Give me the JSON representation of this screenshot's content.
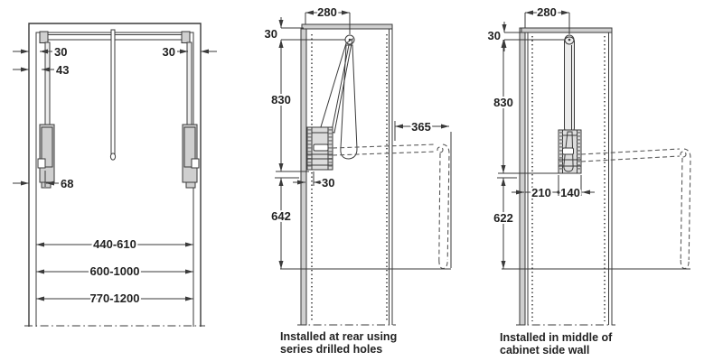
{
  "colors": {
    "line": "#3a3a3a",
    "panel_gray": "#cfcfcf",
    "body_gray": "#dcdcdc",
    "text": "#222222",
    "background": "#ffffff"
  },
  "front_view": {
    "dims": {
      "rod_inset_left": "30",
      "frame_inset_left": "43",
      "rod_inset_right": "30",
      "housing_depth": "68",
      "width_range_small": "440-610",
      "width_range_mid": "600-1000",
      "width_range_large": "770-1200"
    }
  },
  "rear_install_view": {
    "dims": {
      "pivot_depth": "280",
      "top_clearance": "30",
      "pivot_to_body": "830",
      "pullout_depth": "365",
      "back_gap": "30",
      "body_to_base": "642"
    },
    "caption_line1": "Installed at rear using",
    "caption_line2": "series drilled holes"
  },
  "middle_install_view": {
    "dims": {
      "pivot_depth": "280",
      "top_clearance": "30",
      "pivot_to_body": "830",
      "back_offset": "210",
      "body_width": "140",
      "body_to_base": "622"
    },
    "caption_line1": "Installed in middle of",
    "caption_line2": "cabinet side wall"
  }
}
